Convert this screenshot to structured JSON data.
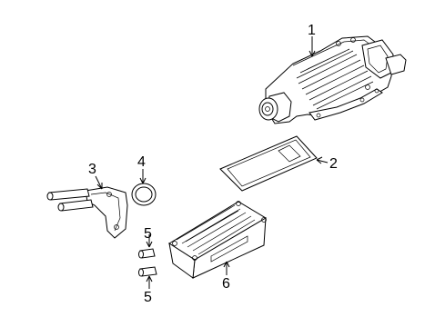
{
  "callouts": [
    "1",
    "2",
    "3",
    "4",
    "5",
    "5",
    "6"
  ]
}
